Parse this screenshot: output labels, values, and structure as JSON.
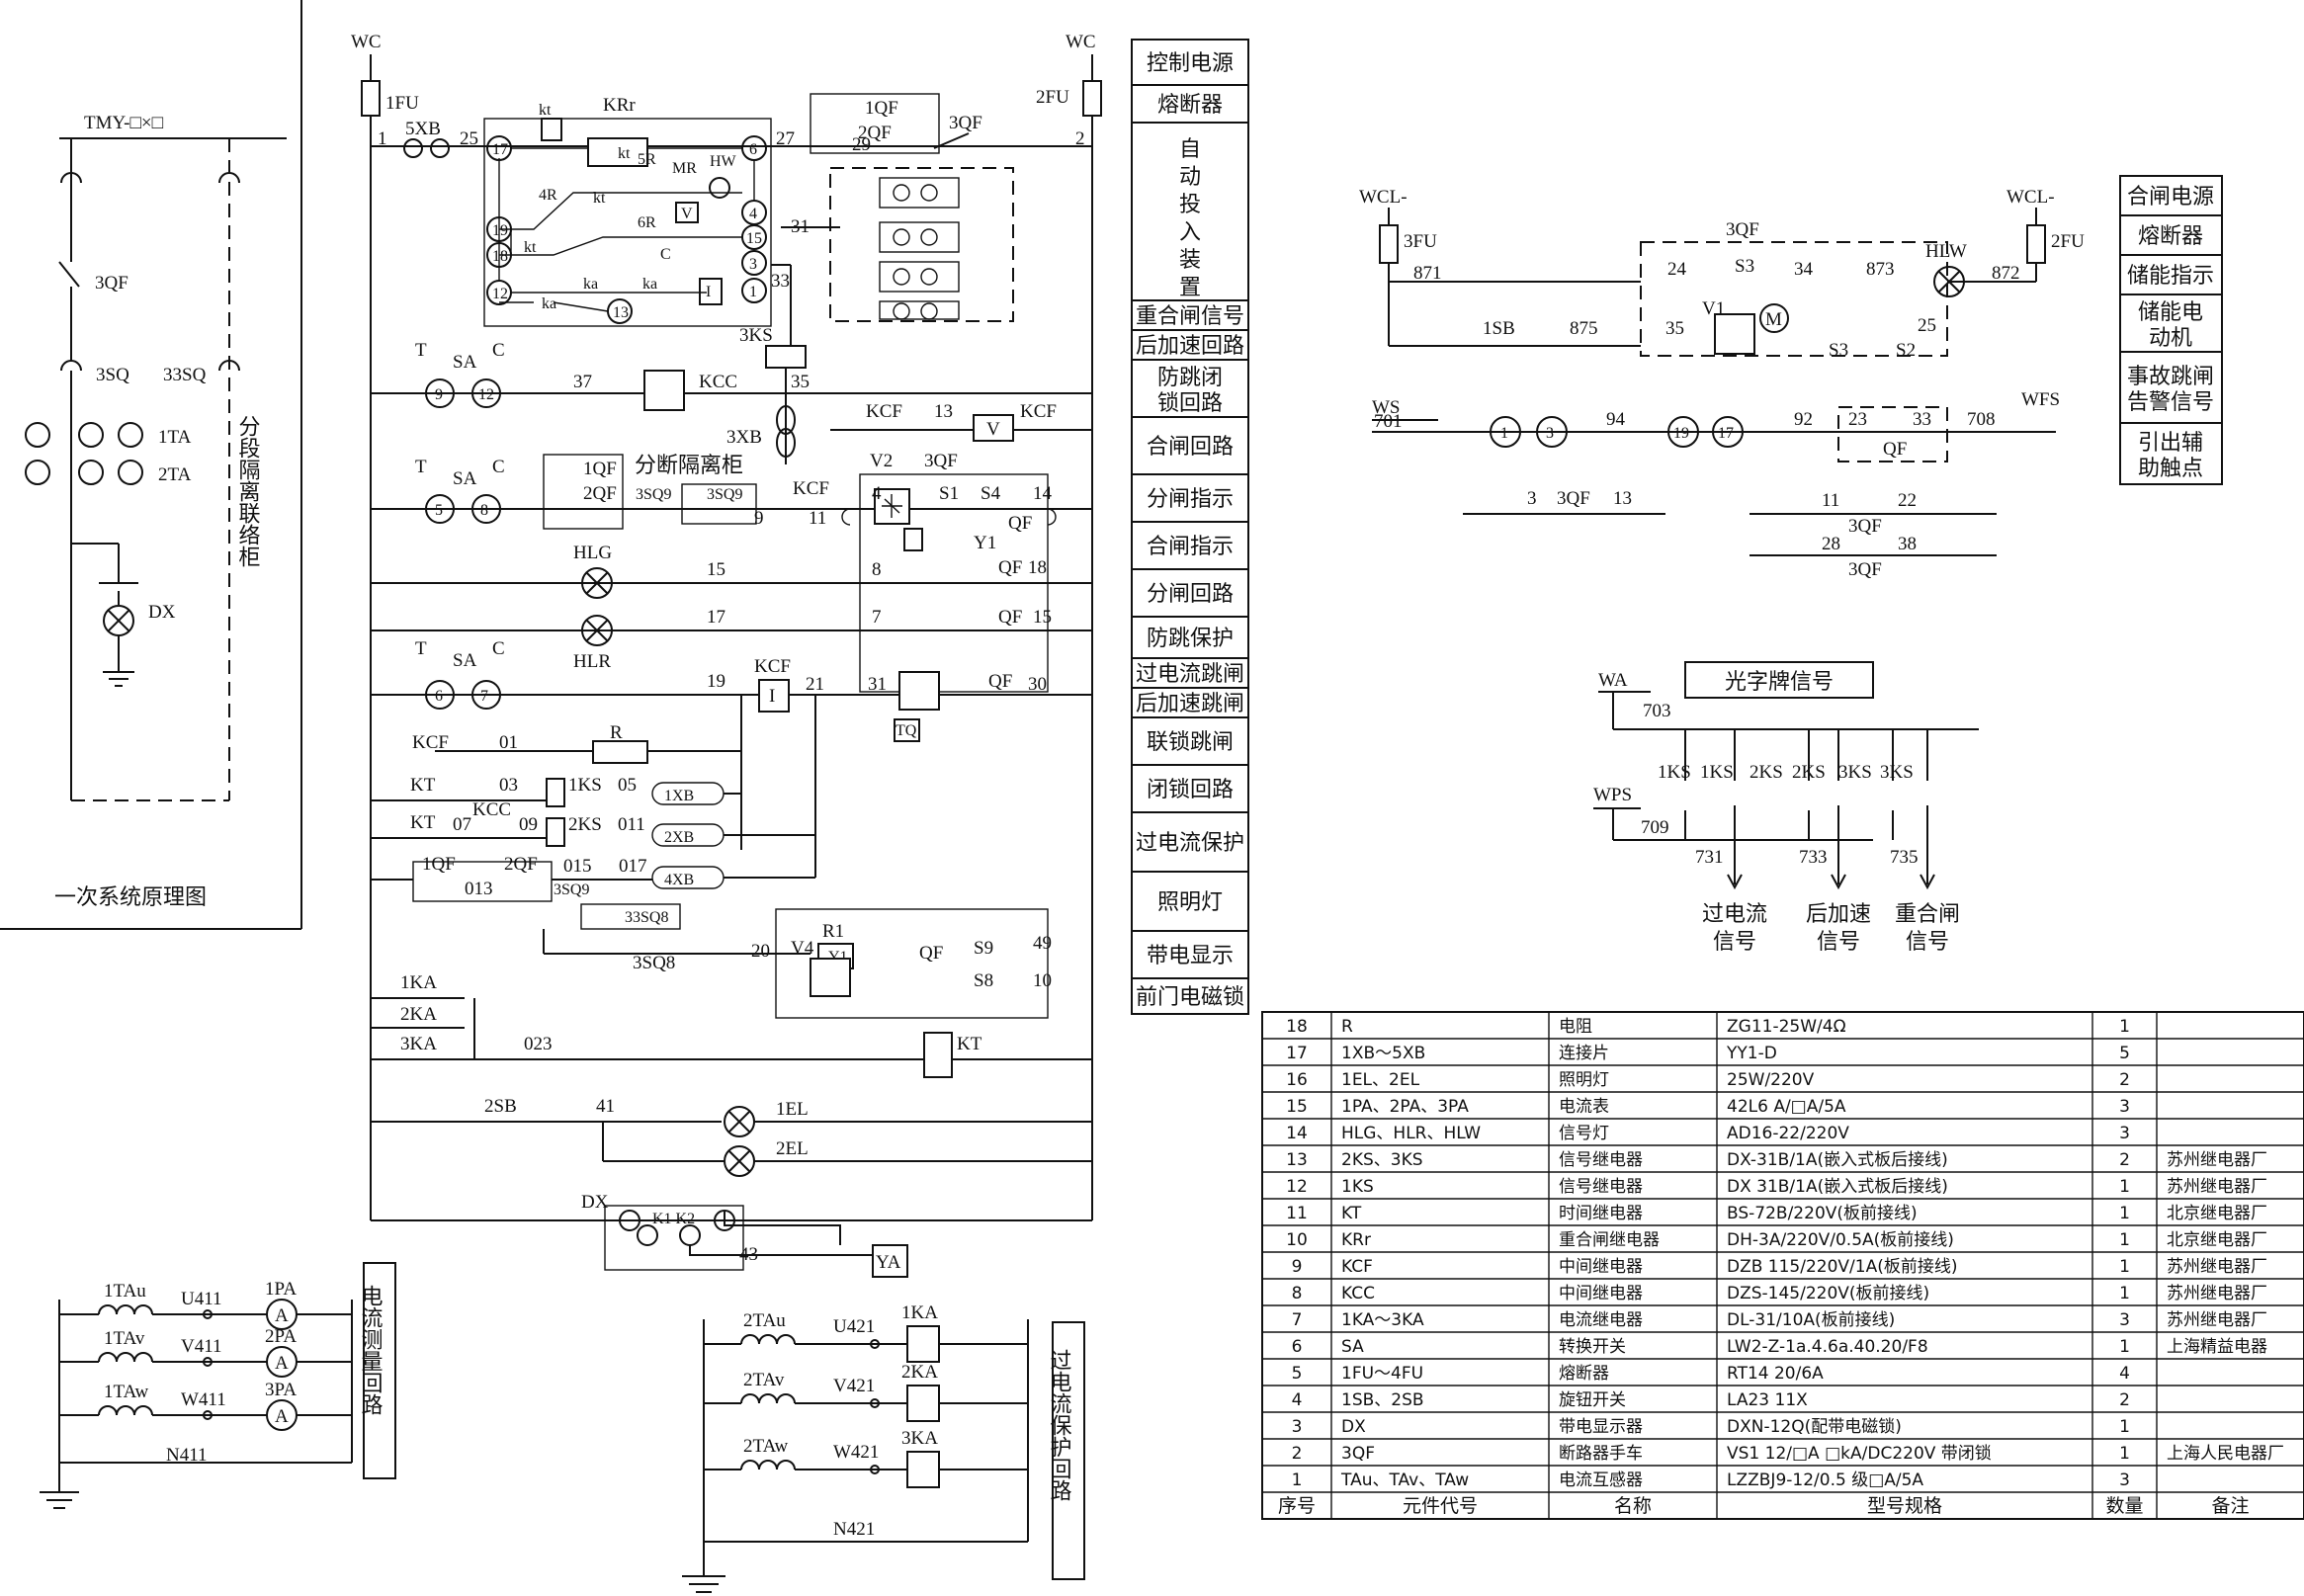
{
  "primary": {
    "busbar": "TMY-□×□",
    "breaker": "3QF",
    "sq1": "3SQ",
    "sq2": "33SQ",
    "ta1": "1TA",
    "ta2": "2TA",
    "dx": "DX",
    "cabinet": "分段隔离联络柜",
    "caption": "一次系统原理图"
  },
  "control": {
    "wc_left": "WC",
    "wc_right": "WC",
    "fu1": "1FU",
    "fu2": "2FU",
    "xb": "5XB",
    "krr": "KRr",
    "nodes": [
      "1",
      "25",
      "27",
      "29",
      "2",
      "31",
      "33",
      "37",
      "35",
      "13",
      "9",
      "11",
      "8",
      "15",
      "17",
      "19",
      "21",
      "30",
      "18",
      "14",
      "49",
      "10",
      "20",
      "01",
      "03",
      "05",
      "07",
      "09",
      "011",
      "013",
      "015",
      "017",
      "023",
      "41",
      "43"
    ],
    "kcc": "KCC",
    "kcf": "KCF",
    "v": "V",
    "qf3": "3QF",
    "ks3": "3KS",
    "xb3": "3XB",
    "hlg": "HLG",
    "hlr": "HLR",
    "r": "R",
    "kt": "KT",
    "ka1": "1KA",
    "ka2": "2KA",
    "ka3": "3KA",
    "sb2": "2SB",
    "el1": "1EL",
    "el2": "2EL",
    "ya": "YA",
    "sq8": "3SQ8",
    "sq9": "3SQ9",
    "isolator": "分断隔离柜",
    "sa": "SA",
    "t": "T",
    "c": "C"
  },
  "function_labels": [
    "控制电源",
    "熔断器",
    "自动投入装置",
    "重合闸信号",
    "后加速回路",
    "防跳闭锁回路",
    "合闸回路",
    "分闸指示",
    "合闸指示",
    "分闸回路",
    "防跳保护",
    "过电流跳闸",
    "后加速跳闸",
    "联锁跳闸",
    "闭锁回路",
    "过电流保护",
    "照明灯",
    "带电显示",
    "前门电磁锁"
  ],
  "closing": {
    "wcl_left": "WCL-",
    "wcl_right": "WCL-",
    "fu3": "3FU",
    "fu2": "2FU",
    "qf": "3QF",
    "sb1": "1SB",
    "hlw": "HLW",
    "v1": "V1",
    "m": "M",
    "ws": "WS",
    "wfs": "WFS",
    "qf_small": "QF",
    "nodes": [
      "871",
      "875",
      "24",
      "34",
      "873",
      "872",
      "35",
      "25",
      "701",
      "94",
      "92",
      "23",
      "33",
      "708",
      "3",
      "13",
      "11",
      "22",
      "28",
      "38"
    ],
    "s3": "S3",
    "s2": "S2"
  },
  "closing_labels": [
    "合闸电源",
    "熔断器",
    "储能指示",
    "储能电动机",
    "事故跳闸告警信号",
    "引出辅助触点"
  ],
  "signal": {
    "wa": "WA",
    "title": "光字牌信号",
    "n703": "703",
    "wps": "WPS",
    "n709": "709",
    "relays": [
      "1KS",
      "1KS",
      "2KS",
      "2KS",
      "3KS",
      "3KS"
    ],
    "outs": [
      "731",
      "733",
      "735"
    ],
    "out_labels": [
      "过电流信号",
      "后加速信号",
      "重合闸信号"
    ]
  },
  "meas": {
    "tas": [
      "1TAu",
      "1TAv",
      "1TAw"
    ],
    "wires": [
      "U411",
      "V411",
      "W411",
      "N411"
    ],
    "pas": [
      "1PA",
      "2PA",
      "3PA"
    ],
    "a": "A",
    "label": "电流测量回路"
  },
  "prot": {
    "tas": [
      "2TAu",
      "2TAv",
      "2TAw"
    ],
    "wires": [
      "U421",
      "V421",
      "W421",
      "N421"
    ],
    "kas": [
      "1KA",
      "2KA",
      "3KA"
    ],
    "label": "过电流保护回路"
  },
  "table": {
    "headers": [
      "序号",
      "元件代号",
      "名称",
      "型号规格",
      "数量",
      "备注"
    ],
    "rows": [
      [
        "18",
        "R",
        "电阻",
        "ZG11-25W/4Ω",
        "1",
        ""
      ],
      [
        "17",
        "1XB～5XB",
        "连接片",
        "YY1-D",
        "5",
        ""
      ],
      [
        "16",
        "1EL、2EL",
        "照明灯",
        "25W/220V",
        "2",
        ""
      ],
      [
        "15",
        "1PA、2PA、3PA",
        "电流表",
        "42L6  A/□A/5A",
        "3",
        ""
      ],
      [
        "14",
        "HLG、HLR、HLW",
        "信号灯",
        "AD16-22/220V",
        "3",
        ""
      ],
      [
        "13",
        "2KS、3KS",
        "信号继电器",
        "DX-31B/1A(嵌入式板后接线)",
        "2",
        "苏州继电器厂"
      ],
      [
        "12",
        "1KS",
        "信号继电器",
        "DX  31B/1A(嵌入式板后接线)",
        "1",
        "苏州继电器厂"
      ],
      [
        "11",
        "KT",
        "时间继电器",
        "BS-72B/220V(板前接线)",
        "1",
        "北京继电器厂"
      ],
      [
        "10",
        "KRr",
        "重合闸继电器",
        "DH-3A/220V/0.5A(板前接线)",
        "1",
        "北京继电器厂"
      ],
      [
        "9",
        "KCF",
        "中间继电器",
        "DZB  115/220V/1A(板前接线)",
        "1",
        "苏州继电器厂"
      ],
      [
        "8",
        "KCC",
        "中间继电器",
        "DZS-145/220V(板前接线)",
        "1",
        "苏州继电器厂"
      ],
      [
        "7",
        "1KA～3KA",
        "电流继电器",
        "DL-31/10A(板前接线)",
        "3",
        "苏州继电器厂"
      ],
      [
        "6",
        "SA",
        "转换开关",
        "LW2-Z-1a.4.6a.40.20/F8",
        "1",
        "上海精益电器"
      ],
      [
        "5",
        "1FU～4FU",
        "熔断器",
        "RT14  20/6A",
        "4",
        ""
      ],
      [
        "4",
        "1SB、2SB",
        "旋钮开关",
        "LA23  11X",
        "2",
        ""
      ],
      [
        "3",
        "DX",
        "带电显示器",
        "DXN-12Q(配带电磁锁)",
        "1",
        ""
      ],
      [
        "2",
        "3QF",
        "断路器手车",
        "VS1  12/□A  □kA/DC220V 带闭锁",
        "1",
        "上海人民电器厂"
      ],
      [
        "1",
        "TAu、TAv、TAw",
        "电流互感器",
        "LZZBJ9-12/0.5 级□A/5A",
        "3",
        ""
      ]
    ]
  }
}
